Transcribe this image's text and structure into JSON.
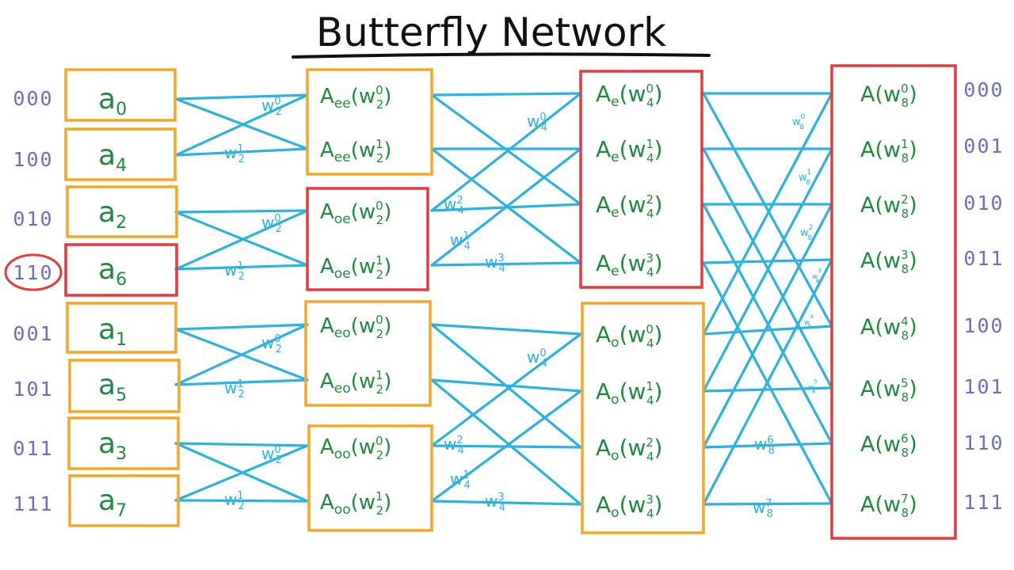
{
  "title": "Butterfly Network",
  "colors": {
    "wire": "#29b3e1",
    "label": "#1f8a3e",
    "binary": "#6a6fbf",
    "orange_box": "#f5a623",
    "red_box": "#e8373f",
    "title": "#111111"
  },
  "binary_left": [
    "000",
    "100",
    "010",
    "110",
    "001",
    "101",
    "011",
    "111"
  ],
  "binary_right": [
    "000",
    "001",
    "010",
    "011",
    "100",
    "101",
    "110",
    "111"
  ],
  "inputs": [
    {
      "base": "a",
      "sub": "0"
    },
    {
      "base": "a",
      "sub": "4"
    },
    {
      "base": "a",
      "sub": "2"
    },
    {
      "base": "a",
      "sub": "6"
    },
    {
      "base": "a",
      "sub": "1"
    },
    {
      "base": "a",
      "sub": "5"
    },
    {
      "base": "a",
      "sub": "3"
    },
    {
      "base": "a",
      "sub": "7"
    }
  ],
  "stage1": [
    {
      "base": "A",
      "sub": "ee",
      "w": "w",
      "wsub": "2",
      "wsup": "0"
    },
    {
      "base": "A",
      "sub": "ee",
      "w": "w",
      "wsub": "2",
      "wsup": "1"
    },
    {
      "base": "A",
      "sub": "oe",
      "w": "w",
      "wsub": "2",
      "wsup": "0"
    },
    {
      "base": "A",
      "sub": "oe",
      "w": "w",
      "wsub": "2",
      "wsup": "1"
    },
    {
      "base": "A",
      "sub": "eo",
      "w": "w",
      "wsub": "2",
      "wsup": "0"
    },
    {
      "base": "A",
      "sub": "eo",
      "w": "w",
      "wsub": "2",
      "wsup": "1"
    },
    {
      "base": "A",
      "sub": "oo",
      "w": "w",
      "wsub": "2",
      "wsup": "0"
    },
    {
      "base": "A",
      "sub": "oo",
      "w": "w",
      "wsub": "2",
      "wsup": "1"
    }
  ],
  "stage2": [
    {
      "base": "A",
      "sub": "e",
      "w": "w",
      "wsub": "4",
      "wsup": "0"
    },
    {
      "base": "A",
      "sub": "e",
      "w": "w",
      "wsub": "4",
      "wsup": "1"
    },
    {
      "base": "A",
      "sub": "e",
      "w": "w",
      "wsub": "4",
      "wsup": "2"
    },
    {
      "base": "A",
      "sub": "e",
      "w": "w",
      "wsub": "4",
      "wsup": "3"
    },
    {
      "base": "A",
      "sub": "o",
      "w": "w",
      "wsub": "4",
      "wsup": "0"
    },
    {
      "base": "A",
      "sub": "o",
      "w": "w",
      "wsub": "4",
      "wsup": "1"
    },
    {
      "base": "A",
      "sub": "o",
      "w": "w",
      "wsub": "4",
      "wsup": "2"
    },
    {
      "base": "A",
      "sub": "o",
      "w": "w",
      "wsub": "4",
      "wsup": "3"
    }
  ],
  "outputs": [
    {
      "base": "A",
      "w": "w",
      "wsub": "8",
      "wsup": "0"
    },
    {
      "base": "A",
      "w": "w",
      "wsub": "8",
      "wsup": "1"
    },
    {
      "base": "A",
      "w": "w",
      "wsub": "8",
      "wsup": "2"
    },
    {
      "base": "A",
      "w": "w",
      "wsub": "8",
      "wsup": "3"
    },
    {
      "base": "A",
      "w": "w",
      "wsub": "8",
      "wsup": "4"
    },
    {
      "base": "A",
      "w": "w",
      "wsub": "8",
      "wsup": "5"
    },
    {
      "base": "A",
      "w": "w",
      "wsub": "8",
      "wsup": "6"
    },
    {
      "base": "A",
      "w": "w",
      "wsub": "8",
      "wsup": "7"
    }
  ],
  "twiddles_stage1": [
    {
      "w": "w",
      "sub": "2",
      "sup": "0"
    },
    {
      "w": "w",
      "sub": "2",
      "sup": "1"
    },
    {
      "w": "w",
      "sub": "2",
      "sup": "0"
    },
    {
      "w": "w",
      "sub": "2",
      "sup": "1"
    },
    {
      "w": "w",
      "sub": "2",
      "sup": "0"
    },
    {
      "w": "w",
      "sub": "2",
      "sup": "1"
    },
    {
      "w": "w",
      "sub": "2",
      "sup": "0"
    },
    {
      "w": "w",
      "sub": "2",
      "sup": "1"
    }
  ],
  "twiddles_stage2": [
    {
      "w": "w",
      "sub": "4",
      "sup": "0"
    },
    {
      "w": "w",
      "sub": "4",
      "sup": "2"
    },
    {
      "w": "w",
      "sub": "4",
      "sup": "1"
    },
    {
      "w": "w",
      "sub": "4",
      "sup": "3"
    },
    {
      "w": "w",
      "sub": "4",
      "sup": "0"
    },
    {
      "w": "w",
      "sub": "4",
      "sup": "2"
    },
    {
      "w": "w",
      "sub": "4",
      "sup": "1"
    },
    {
      "w": "w",
      "sub": "4",
      "sup": "3"
    }
  ],
  "twiddles_stage3": [
    {
      "w": "w",
      "sub": "8",
      "sup": "0"
    },
    {
      "w": "w",
      "sub": "8",
      "sup": "1"
    },
    {
      "w": "w",
      "sub": "8",
      "sup": "2"
    },
    {
      "w": "w",
      "sub": "8",
      "sup": "3"
    },
    {
      "w": "w",
      "sub": "8",
      "sup": "4"
    },
    {
      "w": "w",
      "sub": "8",
      "sup": "5"
    },
    {
      "w": "w",
      "sub": "8",
      "sup": "6"
    },
    {
      "w": "w",
      "sub": "8",
      "sup": "7"
    }
  ]
}
